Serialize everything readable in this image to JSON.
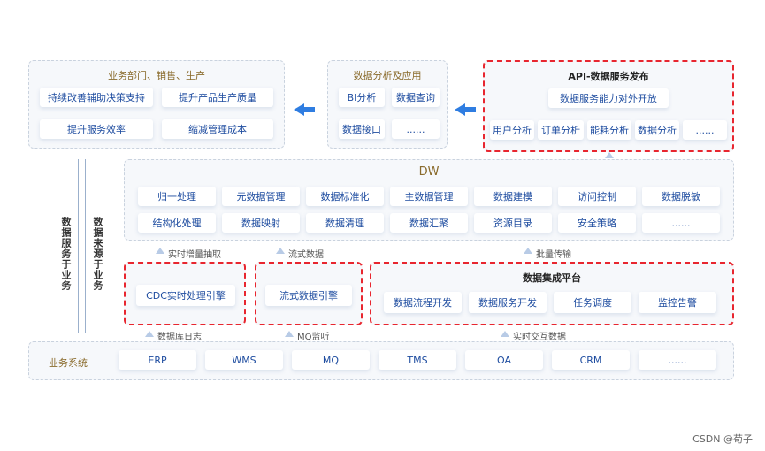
{
  "panels": {
    "business_depts": {
      "title": "业务部门、销售、生产",
      "items": [
        "持续改善辅助决策支持",
        "提升产品生产质量",
        "提升服务效率",
        "缩减管理成本"
      ]
    },
    "analysis": {
      "title": "数据分析及应用",
      "items": [
        "BI分析",
        "数据查询",
        "数据接口",
        "......"
      ]
    },
    "api": {
      "title": "API-数据服务发布",
      "top_item": "数据服务能力对外开放",
      "items": [
        "用户分析",
        "订单分析",
        "能耗分析",
        "数据分析",
        "......"
      ]
    },
    "dw": {
      "title": "DW",
      "row1": [
        "归一处理",
        "元数据管理",
        "数据标准化",
        "主数据管理",
        "数据建模",
        "访问控制",
        "数据脱敏"
      ],
      "row2": [
        "结构化处理",
        "数据映射",
        "数据清理",
        "数据汇聚",
        "资源目录",
        "安全策略",
        "......"
      ]
    },
    "cdc": {
      "item": "CDC实时处理引擎"
    },
    "stream": {
      "item": "流式数据引擎"
    },
    "integration": {
      "title": "数据集成平台",
      "items": [
        "数据流程开发",
        "数据服务开发",
        "任务调度",
        "监控告警"
      ]
    },
    "biz_systems": {
      "title": "业务系统",
      "items": [
        "ERP",
        "WMS",
        "MQ",
        "TMS",
        "OA",
        "CRM",
        "......"
      ]
    }
  },
  "side_labels": {
    "left": "数据服务于业务",
    "right": "数据来源于业务"
  },
  "flow_labels": {
    "realtime_incremental": "实时增量抽取",
    "stream_data": "流式数据",
    "batch_transfer": "批量传输",
    "db_log": "数据库日志",
    "mq_listen": "MQ监听",
    "realtime_interaction": "实时交互数据"
  },
  "watermark": "CSDN @苟子",
  "colors": {
    "accent_blue": "#1f4da0",
    "dashed_red": "#e8262f",
    "title_gold": "#8a6b2c",
    "arrow_blue": "#2f7de1"
  }
}
